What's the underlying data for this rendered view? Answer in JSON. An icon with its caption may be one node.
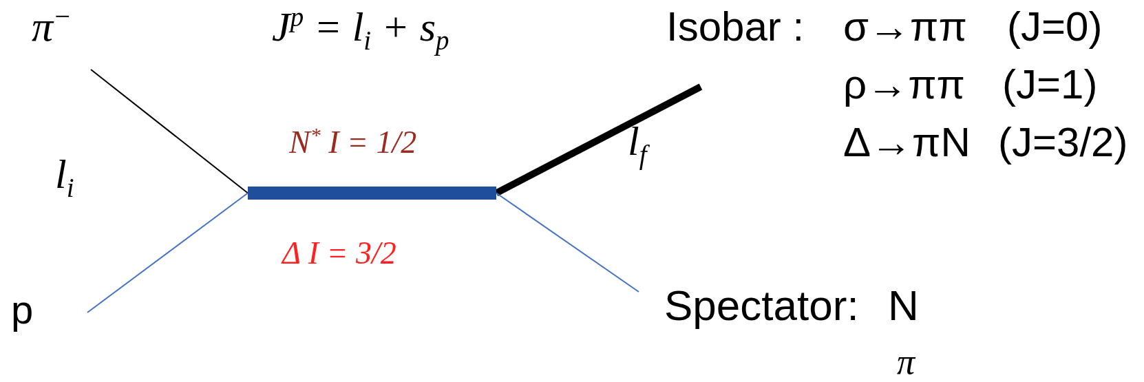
{
  "diagram": {
    "nodes": [
      {
        "text": [
          "π$^{−}$"
        ]
      },
      {
        "text": [
          "Isobar :"
        ]
      },
      {
        "text": [],
        "shape": "bar",
        "beside": [
          "N$^{*}$  I = 1/2",
          "Δ  I = 3/2"
        ]
      },
      {
        "text": [
          "p"
        ]
      },
      {
        "text": [
          "Spectator:"
        ]
      }
    ],
    "edges": [
      {
        "from": 0,
        "to": 2,
        "arrow": "none"
      },
      {
        "from": 3,
        "to": 2,
        "arrow": "none",
        "color": "#4472c4"
      },
      {
        "from": 2,
        "to": 1,
        "arrow": "none",
        "style": "thick"
      },
      {
        "from": 2,
        "to": 4,
        "arrow": "none",
        "color": "#4472c4"
      }
    ],
    "labels": [
      "J$^{p}$ = l$_{i}$ + s$_{p}$",
      "σ→ππ",
      "(J=0)",
      "ρ→ππ",
      "(J=1)",
      "Δ→πN",
      "(J=3/2)",
      "l$_{i}$",
      "l$_{f}$",
      "N",
      "π"
    ]
  }
}
